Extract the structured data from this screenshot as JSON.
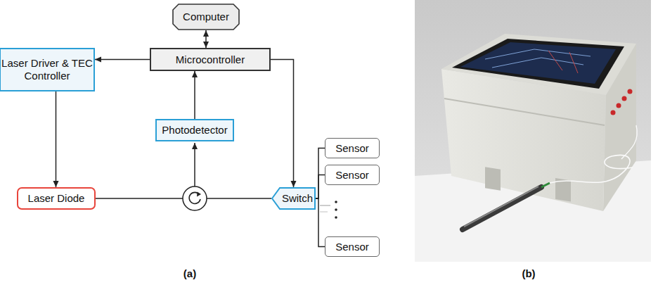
{
  "diagram": {
    "nodes": [
      {
        "text": [
          "Computer"
        ]
      },
      {
        "text": [
          "Laser Driver & TEC Controller"
        ]
      },
      {
        "text": [
          "Microcontroller"
        ]
      },
      {
        "text": [
          "Photodetector"
        ]
      },
      {
        "text": [
          "Laser Diode"
        ]
      },
      {
        "text": [
          "Switch"
        ]
      },
      {
        "text": [
          "Sensor"
        ]
      },
      {
        "text": [
          "Sensor"
        ]
      },
      {
        "text": [
          "Sensor"
        ]
      }
    ],
    "edges": [
      {
        "from": 0,
        "to": 2,
        "arrow": "both"
      },
      {
        "from": 2,
        "to": 1,
        "arrow": "to"
      },
      {
        "from": 1,
        "to": 4,
        "arrow": "to"
      },
      {
        "from": 3,
        "to": 2,
        "arrow": "to"
      },
      {
        "from": 2,
        "to": 5,
        "arrow": "to"
      },
      {
        "from": 4,
        "to": 5,
        "arrow": "none"
      },
      {
        "from": 5,
        "to": 6,
        "arrow": "none"
      },
      {
        "from": 5,
        "to": 7,
        "arrow": "none"
      },
      {
        "from": 5,
        "to": 8,
        "arrow": "none"
      }
    ],
    "labels": [
      "(a)",
      "(b)"
    ]
  }
}
